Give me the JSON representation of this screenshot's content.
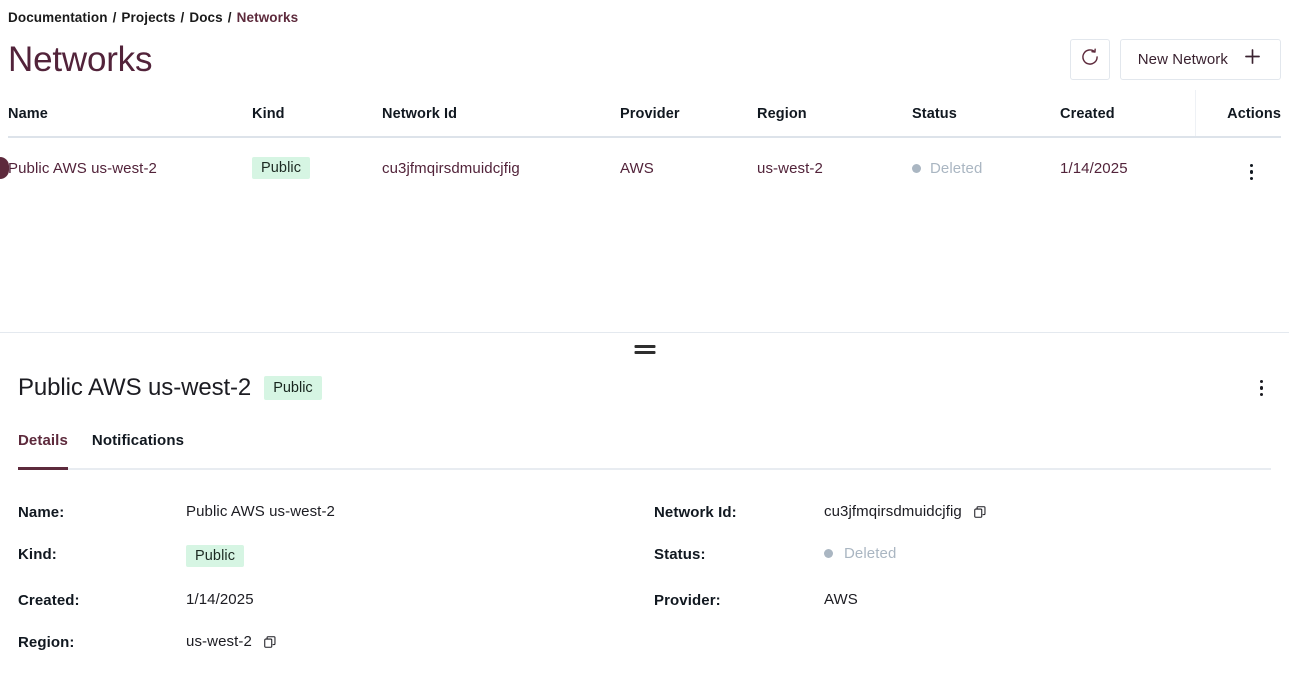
{
  "breadcrumb": {
    "items": [
      "Documentation",
      "Projects",
      "Docs",
      "Networks"
    ],
    "separator": "/"
  },
  "header": {
    "title": "Networks",
    "refresh_icon": "refresh-icon",
    "new_network_label": "New Network",
    "plus_icon": "plus-icon"
  },
  "table": {
    "columns": [
      "Name",
      "Kind",
      "Network Id",
      "Provider",
      "Region",
      "Status",
      "Created",
      "Actions"
    ],
    "rows": [
      {
        "name": "Public AWS us-west-2",
        "kind": "Public",
        "network_id": "cu3jfmqirsdmuidcjfig",
        "provider": "AWS",
        "region": "us-west-2",
        "status": "Deleted",
        "created": "1/14/2025",
        "actions_icon": "kebab-menu-icon",
        "selected": true
      }
    ]
  },
  "detail": {
    "title": "Public AWS us-west-2",
    "badge": "Public",
    "menu_icon": "kebab-menu-icon",
    "drag_handle": "drag-handle-icon",
    "tabs": [
      {
        "label": "Details",
        "active": true
      },
      {
        "label": "Notifications",
        "active": false
      }
    ],
    "fields": {
      "name_label": "Name:",
      "name_value": "Public AWS us-west-2",
      "network_id_label": "Network Id:",
      "network_id_value": "cu3jfmqirsdmuidcjfig",
      "kind_label": "Kind:",
      "kind_value": "Public",
      "status_label": "Status:",
      "status_value": "Deleted",
      "created_label": "Created:",
      "created_value": "1/14/2025",
      "provider_label": "Provider:",
      "provider_value": "AWS",
      "region_label": "Region:",
      "region_value": "us-west-2"
    }
  },
  "colors": {
    "accent": "#5d2a3c",
    "badge_bg": "#d6f5e3",
    "status_muted": "#aab6c2",
    "divider": "#dde3ea"
  }
}
